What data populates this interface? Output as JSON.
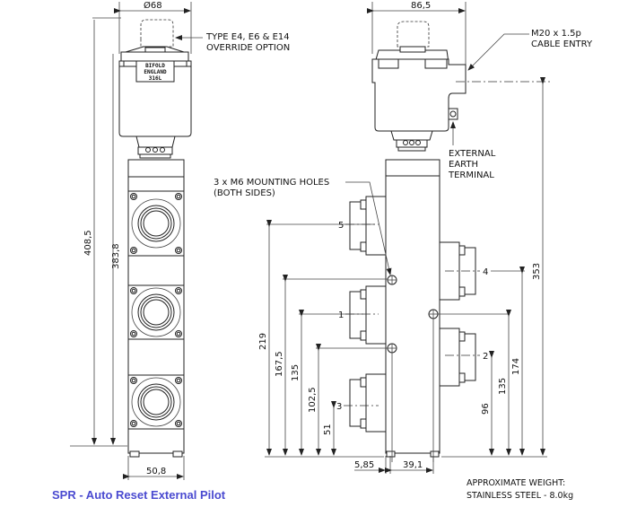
{
  "title": "SPR - Auto Reset External Pilot",
  "front_view": {
    "diameter_label": "Ø68",
    "width_label": "50,8",
    "height_overall": "408,5",
    "height_body": "383,8",
    "nameplate": [
      "BIFOLD",
      "ENGLAND",
      "316L"
    ]
  },
  "side_view": {
    "width_label": "86,5",
    "offset_left": "5,85",
    "offset_width": "39,1",
    "left_dims": [
      "219",
      "167,5",
      "135",
      "102,5",
      "51"
    ],
    "right_dims": [
      "96",
      "135",
      "174",
      "353"
    ],
    "port_labels": [
      "5",
      "1",
      "3",
      "4",
      "2"
    ]
  },
  "callouts": {
    "override": [
      "TYPE E4, E6 & E14",
      "OVERRIDE OPTION"
    ],
    "cable_entry": [
      "M20 x 1.5p",
      "CABLE ENTRY"
    ],
    "earth": [
      "EXTERNAL",
      "EARTH",
      "TERMINAL"
    ],
    "mounting": [
      "3  x M6 MOUNTING HOLES",
      "(BOTH SIDES)"
    ]
  },
  "weight": {
    "line1": "APPROXIMATE WEIGHT:",
    "line2": "STAINLESS STEEL - 8.0kg"
  }
}
